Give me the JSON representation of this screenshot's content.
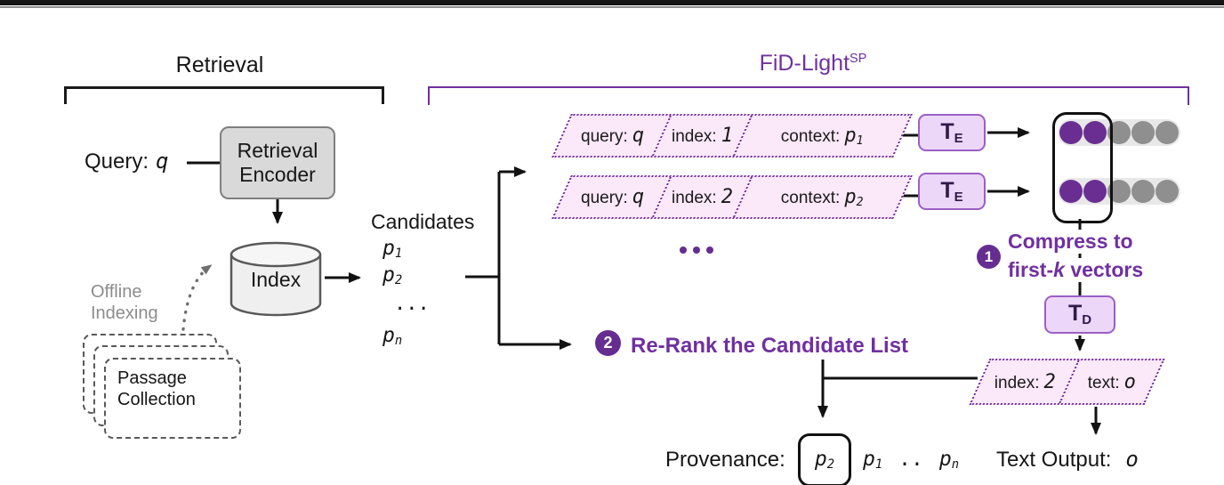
{
  "colors": {
    "accent_purple": "#7030a0",
    "badge_purple": "#662d91",
    "parallelogram_fill": "#fbe8f9",
    "parallelogram_border": "#7030a0",
    "transformer_fill": "#ecd7f8",
    "transformer_border": "#9b5fc4",
    "vector_purple": "#6a2e93",
    "vector_gray": "#8f8f8f",
    "vector_strip_bg": "#e8e8e8",
    "encoder_box_fill": "#d9d9d9",
    "encoder_box_border": "#7f7f7f",
    "muted_gray_text": "#8c8c8c",
    "line_black": "#111111"
  },
  "retrieval": {
    "section_label": "Retrieval",
    "query_label": "Query:",
    "query_var": "q",
    "encoder_line1": "Retrieval",
    "encoder_line2": "Encoder",
    "index_label": "Index",
    "offline_line1": "Offline",
    "offline_line2": "Indexing",
    "passage_line1": "Passage",
    "passage_line2": "Collection"
  },
  "candidates": {
    "label": "Candidates",
    "items": [
      {
        "base": "p",
        "sub": "1"
      },
      {
        "base": "p",
        "sub": "2"
      },
      {
        "ellipsis": "..."
      },
      {
        "base": "p",
        "sub": "n"
      }
    ]
  },
  "fidlight": {
    "section_label": "FiD-Light",
    "section_sup": "SP",
    "input_rows": [
      {
        "query_label": "query:",
        "query_var": "q",
        "index_label": "index:",
        "index_var": "1",
        "context_label": "context:",
        "context_var": "p",
        "context_sub": "1"
      },
      {
        "query_label": "query:",
        "query_var": "q",
        "index_label": "index:",
        "index_var": "2",
        "context_label": "context:",
        "context_var": "p",
        "context_sub": "2"
      }
    ],
    "encoder_label": "T",
    "encoder_sub": "E",
    "decoder_label": "T",
    "decoder_sub": "D",
    "step1": {
      "badge": "1",
      "line1": "Compress to",
      "line2_pre": "first-",
      "line2_var": "k",
      "line2_post": "vectors"
    },
    "step2": {
      "badge": "2",
      "label": "Re-Rank the Candidate List"
    },
    "output_row": {
      "index_label": "index:",
      "index_var": "2",
      "text_label": "text:",
      "text_var": "o"
    },
    "provenance": {
      "label": "Provenance:",
      "boxed_base": "p",
      "boxed_sub": "2",
      "rest": [
        {
          "base": "p",
          "sub": "1"
        },
        {
          "dots": ".."
        },
        {
          "base": "p",
          "sub": "n"
        }
      ]
    },
    "text_output": {
      "label": "Text Output:",
      "var": "o"
    }
  }
}
